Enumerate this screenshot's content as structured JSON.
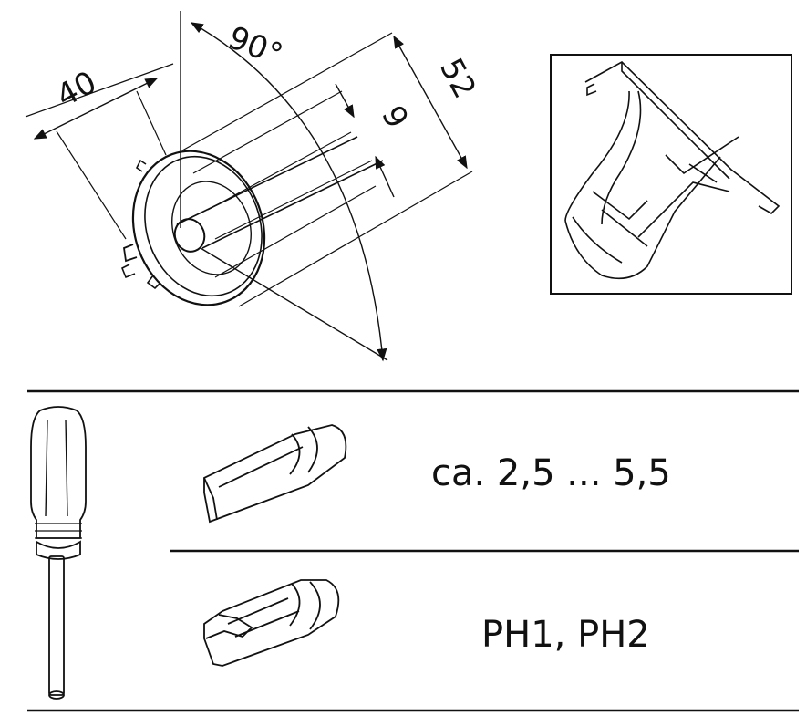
{
  "dimensions": {
    "angle": "90°",
    "length_40": "40",
    "width_52": "52",
    "hole_9": "9"
  },
  "tools": {
    "slotted_spec": "ca. 2,5 ... 5,5",
    "phillips_spec": "PH1, PH2"
  }
}
